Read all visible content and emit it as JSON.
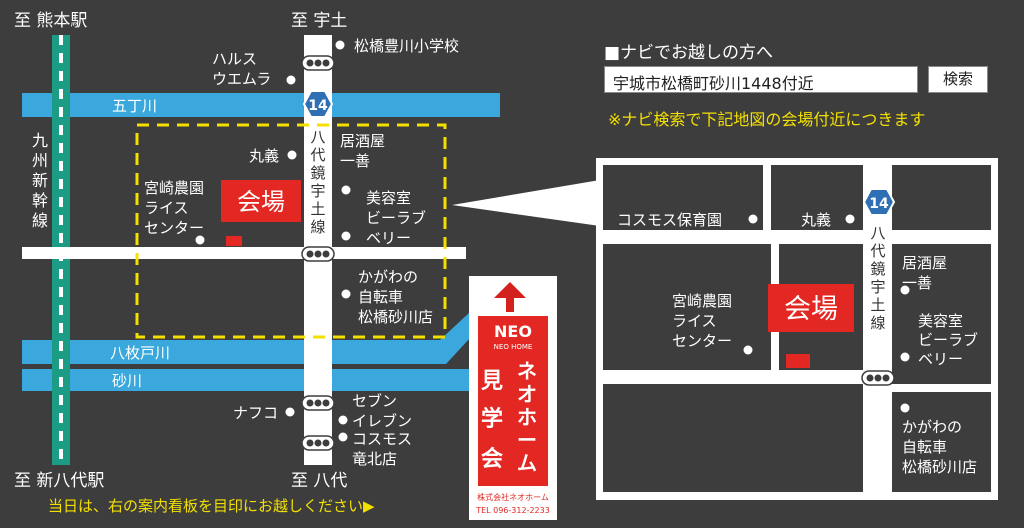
{
  "overview_map": {
    "dir_top_left": "至 熊本駅",
    "dir_top_center": "至 宇土",
    "dir_bottom_left": "至 新八代駅",
    "dir_bottom_center": "至 八代",
    "shinkansen_label": [
      "九",
      "州",
      "新",
      "幹",
      "線"
    ],
    "national_road_label": [
      "八",
      "代",
      "鏡",
      "宇",
      "土",
      "線"
    ],
    "route_number": "14",
    "rivers": {
      "gochogawa": "五丁川",
      "yatsumadogawa": "八枚戸川",
      "sunagawa": "砂川"
    },
    "venue_label": "会場",
    "landmarks": {
      "school": "松橋豊川小学校",
      "harusu": [
        "ハルス",
        "ウエムラ"
      ],
      "maruyoshi": "丸義",
      "izakaya": [
        "居酒屋",
        "一善"
      ],
      "miyazaki": [
        "宮崎農園",
        "ライス",
        "センター"
      ],
      "beauty": [
        "美容室",
        "ビーラブ",
        "ベリー"
      ],
      "bicycle": [
        "かがわの",
        "自転車",
        "松橋砂川店"
      ],
      "nafco": "ナフコ",
      "seven": [
        "セブン",
        "イレブン"
      ],
      "cosmos": [
        "コスモス",
        "竜北店"
      ]
    }
  },
  "signboard": {
    "logo": "NEO",
    "logo_sub": "NEO HOME",
    "brand_vertical": [
      "ネ",
      "オ",
      "ホ",
      "ー",
      "ム"
    ],
    "event_vertical": [
      "見",
      "学",
      "会"
    ],
    "company": "株式会社ネオホーム",
    "tel": "TEL 096-312-2233"
  },
  "navigation": {
    "title": "■ナビでお越しの方へ",
    "address": "宇城市松橋町砂川1448付近",
    "search_button": "検索",
    "note": "※ナビ検索で下記地図の会場付近につきます"
  },
  "detail_map": {
    "route_number": "14",
    "road_label": [
      "八",
      "代",
      "鏡",
      "宇",
      "土",
      "線"
    ],
    "venue_label": "会場",
    "landmarks": {
      "nursery": "コスモス保育園",
      "maruyoshi": "丸義",
      "izakaya": [
        "居酒屋",
        "一善"
      ],
      "miyazaki": [
        "宮崎農園",
        "ライス",
        "センター"
      ],
      "beauty": [
        "美容室",
        "ビーラブ",
        "ベリー"
      ],
      "bicycle": [
        "かがわの",
        "自転車",
        "松橋砂川店"
      ]
    }
  },
  "footer": {
    "note": "当日は、右の案内看板を目印にお越しください▶"
  },
  "colors": {
    "background": "#3d3d3d",
    "river": "#3aa8dc",
    "rail": "#1c9c84",
    "road": "#ffffff",
    "venue": "#e32722",
    "highlight_box": "#f3e000",
    "route_shield": "#2f6fb4"
  }
}
